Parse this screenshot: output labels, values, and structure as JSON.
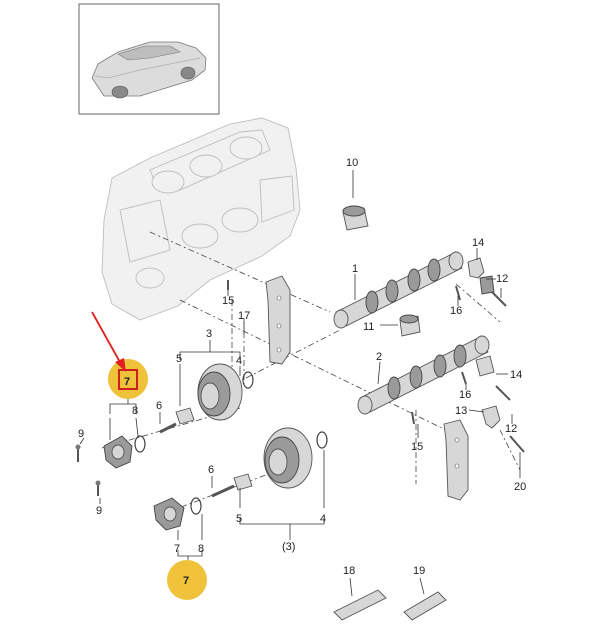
{
  "labels": {
    "l1": "1",
    "l2": "2",
    "l3": "3",
    "l3p": "(3)",
    "l4a": "4",
    "l4b": "4",
    "l5a": "5",
    "l5b": "5",
    "l6a": "6",
    "l6b": "6",
    "l7a": "7",
    "l7b": "7",
    "l8a": "8",
    "l8b": "8",
    "l9a": "9",
    "l9b": "9",
    "l10": "10",
    "l11": "11",
    "l12a": "12",
    "l12b": "12",
    "l13": "13",
    "l14a": "14",
    "l14b": "14",
    "l15a": "15",
    "l15b": "15",
    "l16a": "16",
    "l16b": "16",
    "l17": "17",
    "l18": "18",
    "l19": "19",
    "l20": "20"
  },
  "colors": {
    "highlight_circle": "#f0c23a",
    "highlight_box": "#cc1f1f",
    "arrow": "#e02020"
  }
}
